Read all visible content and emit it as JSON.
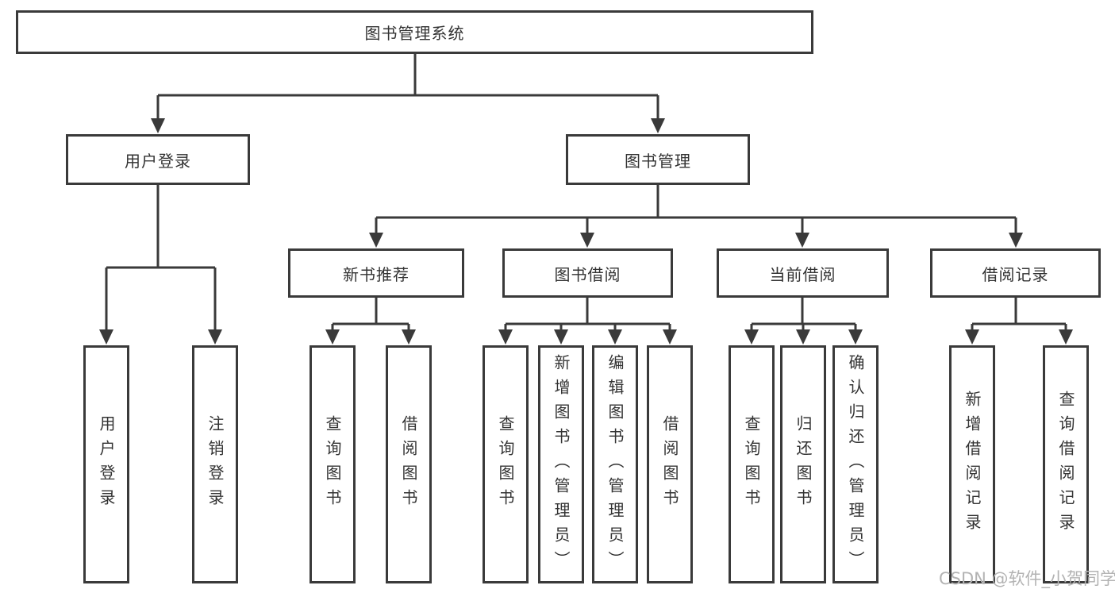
{
  "diagram": {
    "type": "tree-structure-chart",
    "root": {
      "label": "图书管理系统"
    },
    "level2": [
      {
        "label": "用户登录"
      },
      {
        "label": "图书管理"
      }
    ],
    "level3": [
      {
        "label": "新书推荐"
      },
      {
        "label": "图书借阅"
      },
      {
        "label": "当前借阅"
      },
      {
        "label": "借阅记录"
      }
    ],
    "leaves": [
      {
        "label": "用户登录",
        "parent": "用户登录"
      },
      {
        "label": "注销登录",
        "parent": "用户登录"
      },
      {
        "label": "查询图书",
        "parent": "新书推荐"
      },
      {
        "label": "借阅图书",
        "parent": "新书推荐"
      },
      {
        "label": "查询图书",
        "parent": "图书借阅"
      },
      {
        "label": "新增图书（管理员）",
        "parent": "图书借阅"
      },
      {
        "label": "编辑图书（管理员）",
        "parent": "图书借阅"
      },
      {
        "label": "借阅图书",
        "parent": "图书借阅"
      },
      {
        "label": "查询图书",
        "parent": "当前借阅"
      },
      {
        "label": "归还图书",
        "parent": "当前借阅"
      },
      {
        "label": "确认归还（管理员）",
        "parent": "当前借阅"
      },
      {
        "label": "新增借阅记录",
        "parent": "借阅记录"
      },
      {
        "label": "查询借阅记录",
        "parent": "借阅记录"
      }
    ]
  },
  "watermark": "CSDN @软件_小贺同学",
  "colors": {
    "line": "#3a3a3a",
    "text": "#333333",
    "background": "#ffffff",
    "watermark": "#b3b3b3"
  }
}
